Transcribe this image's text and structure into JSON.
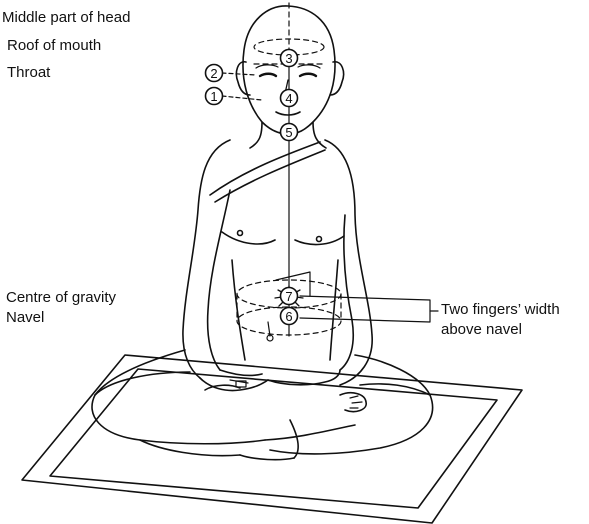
{
  "labels": {
    "middle_head": "Middle part of head",
    "roof_mouth": "Roof of mouth",
    "throat": "Throat",
    "centre_gravity": "Centre of gravity",
    "navel": "Navel",
    "two_fingers_line1": "Two fingers’ width",
    "two_fingers_line2": "above navel"
  },
  "markers": {
    "m1": "1",
    "m2": "2",
    "m3": "3",
    "m4": "4",
    "m5": "5",
    "m6": "6",
    "m7": "7"
  },
  "colors": {
    "ink": "#111111",
    "background": "#ffffff"
  }
}
